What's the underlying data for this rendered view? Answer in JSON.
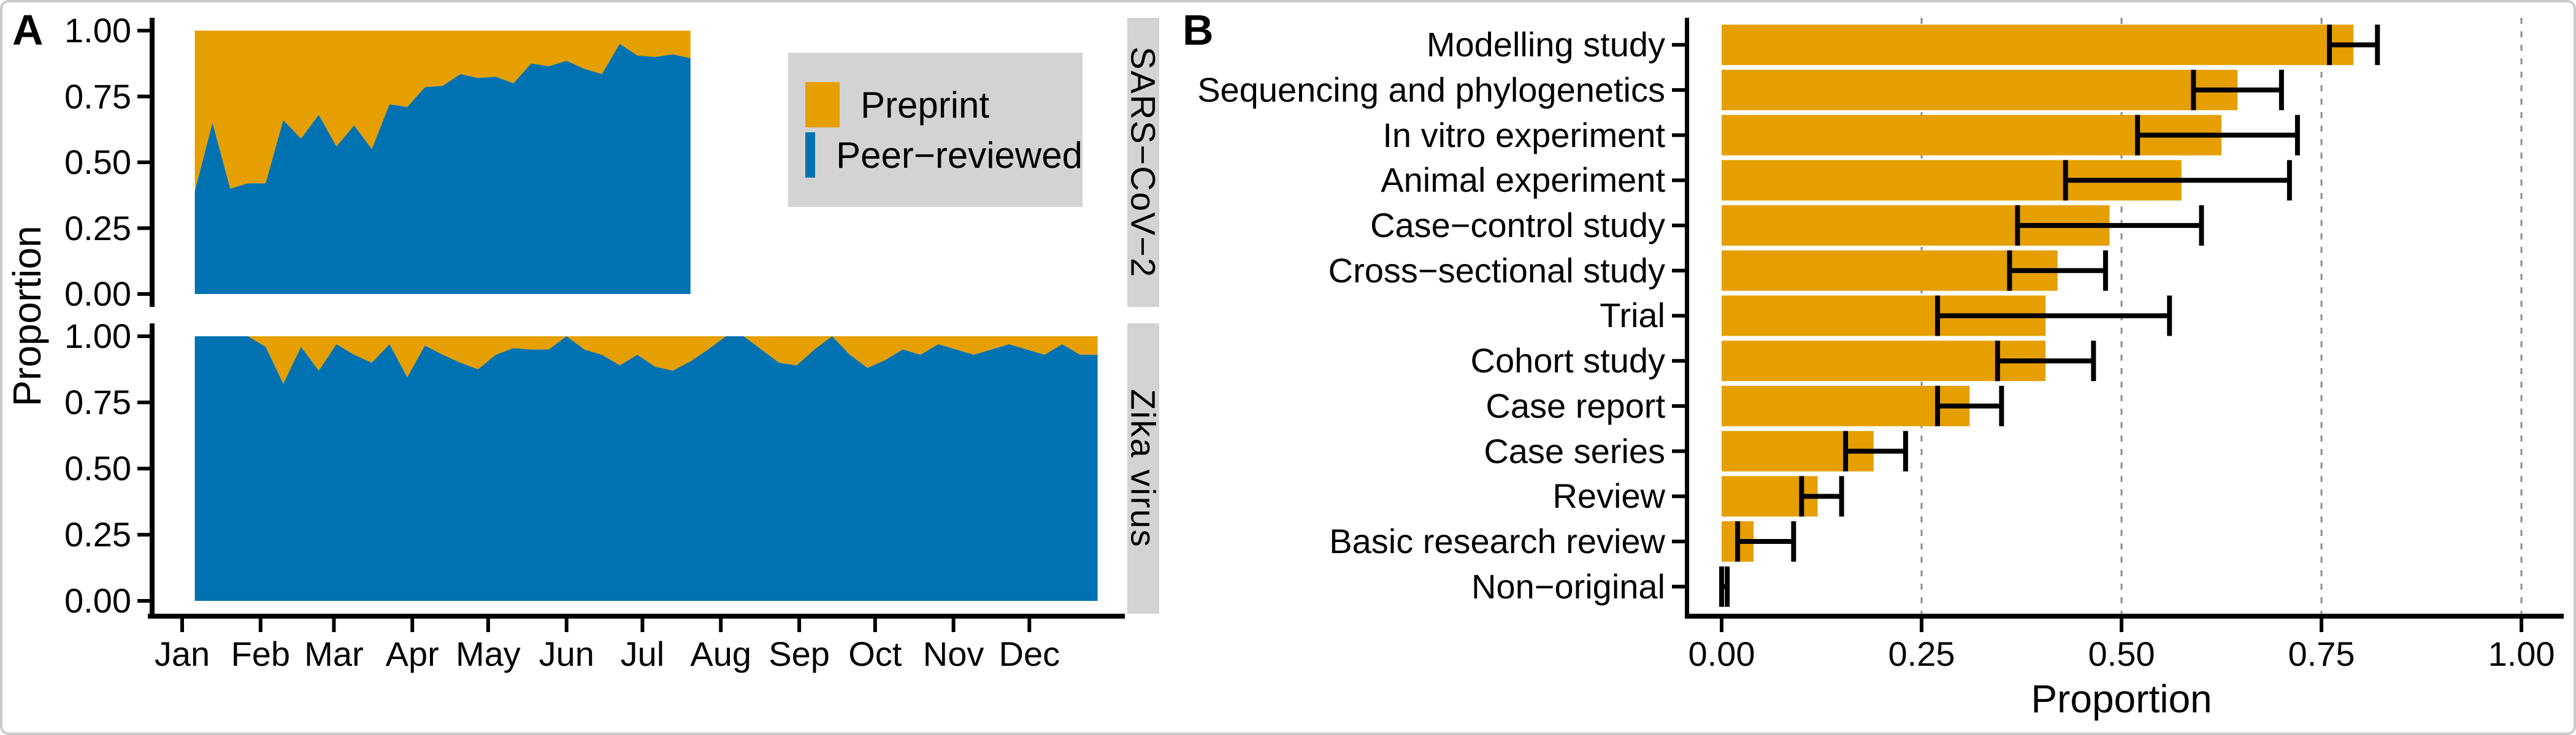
{
  "figure": {
    "panel_a": {
      "label": "A",
      "y_axis_title": "Proportion",
      "y_ticks": [
        "1.00",
        "0.75",
        "0.50",
        "0.25",
        "0.00"
      ],
      "x_months": [
        "Jan",
        "Feb",
        "Mar",
        "Apr",
        "May",
        "Jun",
        "Jul",
        "Aug",
        "Sep",
        "Oct",
        "Nov",
        "Dec"
      ],
      "facets": [
        "SARS−CoV−2",
        "Zika virus"
      ],
      "legend": {
        "items": [
          {
            "label": "Preprint",
            "color": "#E69F00"
          },
          {
            "label": "Peer−reviewed",
            "color": "#0072B2"
          }
        ]
      }
    },
    "panel_b": {
      "label": "B",
      "x_axis_title": "Proportion",
      "x_ticks": [
        "0.00",
        "0.25",
        "0.50",
        "0.75",
        "1.00"
      ]
    },
    "colors": {
      "preprint": "#E69F00",
      "peer_reviewed": "#0072B2",
      "strip_bg": "#D3D3D3",
      "legend_bg": "#D3D3D3",
      "gridline": "#8c8c8c",
      "axis": "#000000"
    }
  },
  "chart_data": [
    {
      "type": "area",
      "title": "Proportion of preprint vs peer-reviewed outputs by week",
      "stacked": true,
      "ylim": [
        0,
        1
      ],
      "ylabel": "Proportion",
      "x_axis_tick_labels": [
        "Jan",
        "Feb",
        "Mar",
        "Apr",
        "May",
        "Jun",
        "Jul",
        "Aug",
        "Sep",
        "Oct",
        "Nov",
        "Dec"
      ],
      "facets": [
        {
          "label": "SARS−CoV−2",
          "x_day_of_year": [
            6,
            13,
            20,
            27,
            34,
            41,
            48,
            55,
            62,
            69,
            76,
            83,
            90,
            97,
            104,
            111,
            118,
            125,
            132,
            139,
            146,
            153,
            160,
            167,
            174,
            181,
            188,
            195,
            202
          ],
          "series": [
            {
              "name": "Peer−reviewed",
              "values": [
                0.39,
                0.65,
                0.4,
                0.42,
                0.42,
                0.66,
                0.59,
                0.68,
                0.56,
                0.64,
                0.55,
                0.72,
                0.71,
                0.785,
                0.79,
                0.835,
                0.82,
                0.825,
                0.8,
                0.875,
                0.865,
                0.885,
                0.855,
                0.835,
                0.95,
                0.905,
                0.9,
                0.91,
                0.895
              ]
            },
            {
              "name": "Preprint",
              "values": [
                0.61,
                0.35,
                0.6,
                0.58,
                0.58,
                0.34,
                0.41,
                0.32,
                0.44,
                0.36,
                0.45,
                0.28,
                0.29,
                0.215,
                0.21,
                0.165,
                0.18,
                0.175,
                0.2,
                0.125,
                0.135,
                0.115,
                0.145,
                0.165,
                0.05,
                0.095,
                0.1,
                0.09,
                0.105
              ]
            }
          ]
        },
        {
          "label": "Zika virus",
          "x_day_of_year": [
            6,
            13,
            20,
            27,
            34,
            41,
            48,
            55,
            62,
            69,
            76,
            83,
            90,
            97,
            104,
            111,
            118,
            125,
            132,
            139,
            146,
            153,
            160,
            167,
            174,
            181,
            188,
            195,
            202,
            209,
            216,
            223,
            230,
            237,
            244,
            251,
            258,
            265,
            272,
            279,
            286,
            293,
            300,
            307,
            314,
            321,
            328,
            335,
            342,
            349,
            356,
            363
          ],
          "series": [
            {
              "name": "Peer−reviewed",
              "values": [
                1,
                1,
                1,
                1,
                0.96,
                0.82,
                0.96,
                0.87,
                0.97,
                0.93,
                0.9,
                0.97,
                0.845,
                0.965,
                0.93,
                0.9,
                0.875,
                0.93,
                0.955,
                0.95,
                0.95,
                1,
                0.95,
                0.93,
                0.89,
                0.93,
                0.885,
                0.87,
                0.905,
                0.95,
                1,
                1,
                0.95,
                0.9,
                0.89,
                0.95,
                1,
                0.93,
                0.88,
                0.91,
                0.95,
                0.93,
                0.97,
                0.95,
                0.93,
                0.95,
                0.97,
                0.95,
                0.93,
                0.97,
                0.93,
                0.93
              ]
            },
            {
              "name": "Preprint",
              "values": [
                0,
                0,
                0,
                0,
                0.04,
                0.18,
                0.04,
                0.13,
                0.03,
                0.07,
                0.1,
                0.03,
                0.155,
                0.035,
                0.07,
                0.1,
                0.125,
                0.07,
                0.045,
                0.05,
                0.05,
                0,
                0.05,
                0.07,
                0.11,
                0.07,
                0.115,
                0.13,
                0.095,
                0.05,
                0,
                0,
                0.05,
                0.1,
                0.11,
                0.05,
                0,
                0.07,
                0.12,
                0.09,
                0.05,
                0.07,
                0.03,
                0.05,
                0.07,
                0.05,
                0.03,
                0.05,
                0.07,
                0.03,
                0.07,
                0.07
              ]
            }
          ]
        }
      ]
    },
    {
      "type": "bar",
      "orientation": "horizontal",
      "title": "Proportion preprinted by study type, with error bars",
      "xlabel": "Proportion",
      "xlim": [
        0,
        1
      ],
      "x_ticks": [
        0.0,
        0.25,
        0.5,
        0.75,
        1.0
      ],
      "grid": "dashed vertical at 0.25/0.50/0.75/1.00",
      "bar_color": "#E69F00",
      "categories": [
        "Modelling study",
        "Sequencing and phylogenetics",
        "In vitro experiment",
        "Animal experiment",
        "Case−control study",
        "Cross−sectional study",
        "Trial",
        "Cohort study",
        "Case report",
        "Case series",
        "Review",
        "Basic research review",
        "Non−original"
      ],
      "values": [
        0.79,
        0.645,
        0.625,
        0.575,
        0.485,
        0.42,
        0.405,
        0.405,
        0.31,
        0.19,
        0.12,
        0.04,
        0.002
      ],
      "ci_low": [
        0.76,
        0.59,
        0.52,
        0.43,
        0.37,
        0.36,
        0.27,
        0.345,
        0.27,
        0.155,
        0.1,
        0.02,
        0.0
      ],
      "ci_high": [
        0.82,
        0.7,
        0.72,
        0.71,
        0.6,
        0.48,
        0.56,
        0.465,
        0.35,
        0.23,
        0.15,
        0.09,
        0.007
      ]
    }
  ]
}
